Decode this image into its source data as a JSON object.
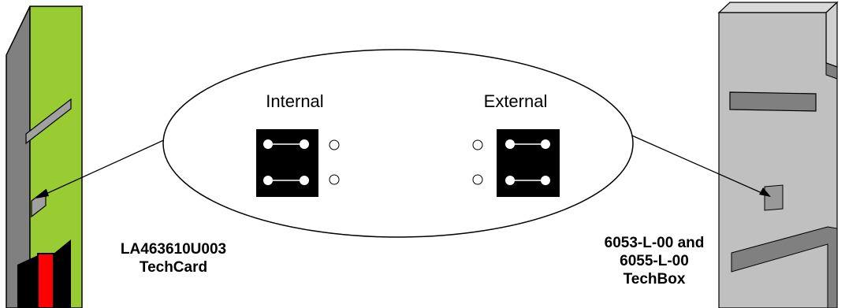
{
  "jumper_labels": {
    "internal": "Internal",
    "external": "External"
  },
  "techcard": {
    "part_number": "LA463610U003",
    "name": "TechCard",
    "color": "#99cc33",
    "indicator_color": "#ff0000"
  },
  "techbox": {
    "line1": "6053-L-00 and",
    "line2": "6055-L-00",
    "name": "TechBox",
    "color": "#c0c0c0"
  }
}
